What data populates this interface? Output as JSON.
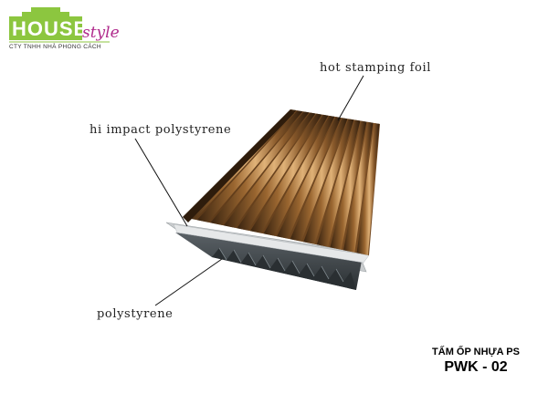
{
  "logo": {
    "brand_main": "HOUSE",
    "brand_script": "style",
    "company": "CTY TNHH NHÀ PHONG CÁCH",
    "colors": {
      "green": "#8cc63f",
      "magenta": "#b02a8c"
    }
  },
  "layers": {
    "top_label": "hot stamping foil",
    "middle_label": "hi impact polystyrene",
    "bottom_label": "polystyrene"
  },
  "product": {
    "name": "TẤM ỐP NHỰA PS",
    "code": "PWK - 02"
  },
  "colors": {
    "foil": "#8a5a2b",
    "foil_highlight": "#d9a86a",
    "foil_shadow": "#3a2410",
    "core": "#3d4347",
    "core_light": "#6f787e"
  }
}
